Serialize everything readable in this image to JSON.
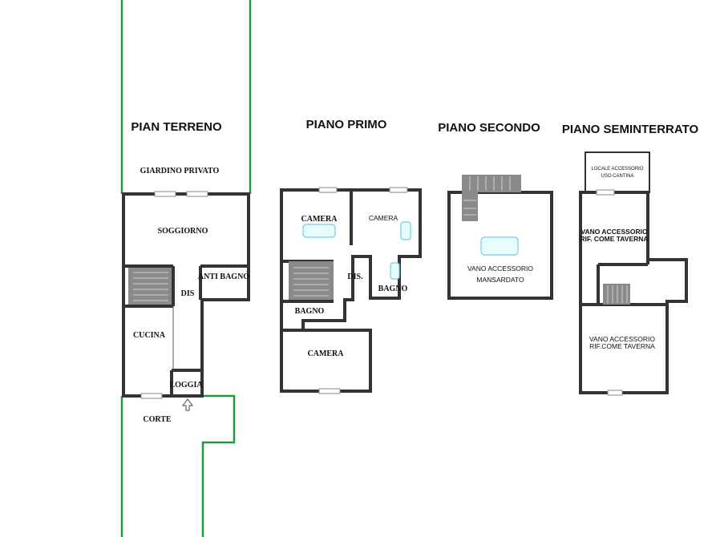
{
  "floors": {
    "ground": {
      "title": "PIAN TERRENO",
      "rooms": {
        "garden": "GIARDINO PRIVATO",
        "living": "SOGGIORNO",
        "dis": "DIS",
        "anti_bath": "ANTI BAGNO",
        "kitchen": "CUCINA",
        "loggia": "LOGGIA",
        "court": "CORTE"
      }
    },
    "first": {
      "title": "PIANO PRIMO",
      "rooms": {
        "room1": "CAMERA",
        "room2": "CAMERA",
        "dis": "DIS.",
        "bath1": "BAGNO",
        "bath2": "BAGNO",
        "room3": "CAMERA"
      }
    },
    "second": {
      "title": "PIANO SECONDO",
      "rooms": {
        "attic_line1": "VANO ACCESSORIO",
        "attic_line2": "MANSARDATO"
      }
    },
    "basement": {
      "title": "PIANO SEMINTERRATO",
      "rooms": {
        "cellar_line1": "LOCALE ACCESSORIO",
        "cellar_line2": "USO CANTINA",
        "tavern1_line1": "VANO ACCESSORIO",
        "tavern1_line2": "RIF. COME TAVERNA",
        "tavern2_line1": "VANO ACCESSORIO",
        "tavern2_line2": "RIF.COME TAVERNA"
      }
    }
  },
  "colors": {
    "wall": "#333333",
    "boundary": "#1f9a3e",
    "fixture": "#6fcfe0"
  }
}
